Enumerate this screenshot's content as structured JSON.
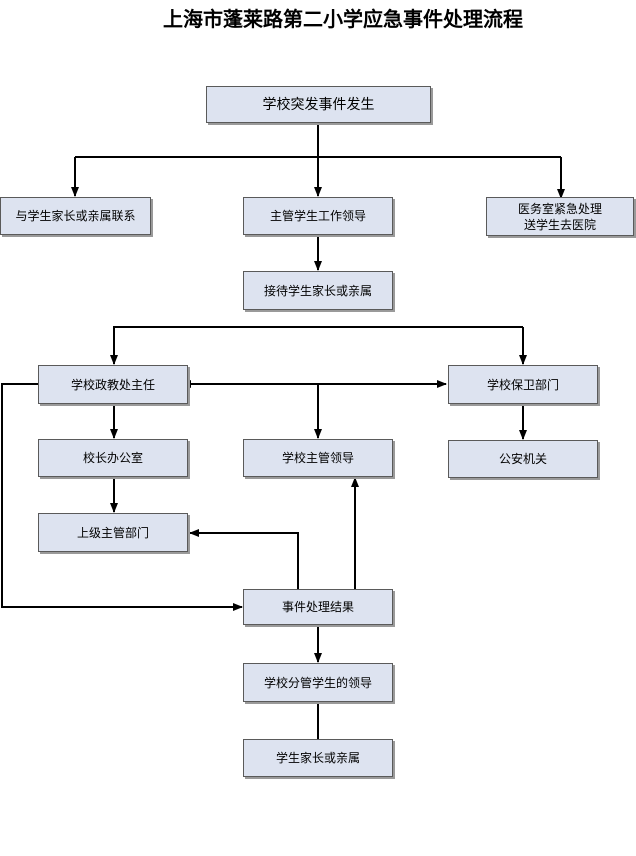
{
  "title": "上海市蓬莱路第二小学应急事件处理流程",
  "nodes": {
    "event_occurs": "学校突发事件发生",
    "contact_parents": "与学生家长或亲属联系",
    "supervising_leader": "主管学生工作领导",
    "medical_line1": "医务室紧急处理",
    "medical_line2": "送学生去医院",
    "receive_parents": "接待学生家长或亲属",
    "political_director": "学校政教处主任",
    "security_dept": "学校保卫部门",
    "principal_office": "校长办公室",
    "school_leader": "学校主管领导",
    "police": "公安机关",
    "superior_dept": "上级主管部门",
    "result": "事件处理结果",
    "student_leader": "学校分管学生的领导",
    "parents_relatives": "学生家长或亲属"
  }
}
